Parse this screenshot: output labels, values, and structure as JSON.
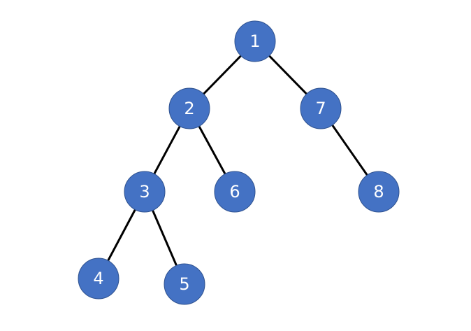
{
  "diagram": {
    "type": "binary-tree",
    "node_color": "#4472c4",
    "node_border_color": "#2f528f",
    "label_color": "#ffffff",
    "edge_color": "#000000",
    "nodes": [
      {
        "id": "n1",
        "label": "1"
      },
      {
        "id": "n2",
        "label": "2"
      },
      {
        "id": "n7",
        "label": "7"
      },
      {
        "id": "n3",
        "label": "3"
      },
      {
        "id": "n6",
        "label": "6"
      },
      {
        "id": "n8",
        "label": "8"
      },
      {
        "id": "n4",
        "label": "4"
      },
      {
        "id": "n5",
        "label": "5"
      }
    ],
    "edges": [
      {
        "from": "n1",
        "to": "n2"
      },
      {
        "from": "n1",
        "to": "n7"
      },
      {
        "from": "n2",
        "to": "n3"
      },
      {
        "from": "n2",
        "to": "n6"
      },
      {
        "from": "n7",
        "to": "n8"
      },
      {
        "from": "n3",
        "to": "n4"
      },
      {
        "from": "n3",
        "to": "n5"
      }
    ]
  }
}
